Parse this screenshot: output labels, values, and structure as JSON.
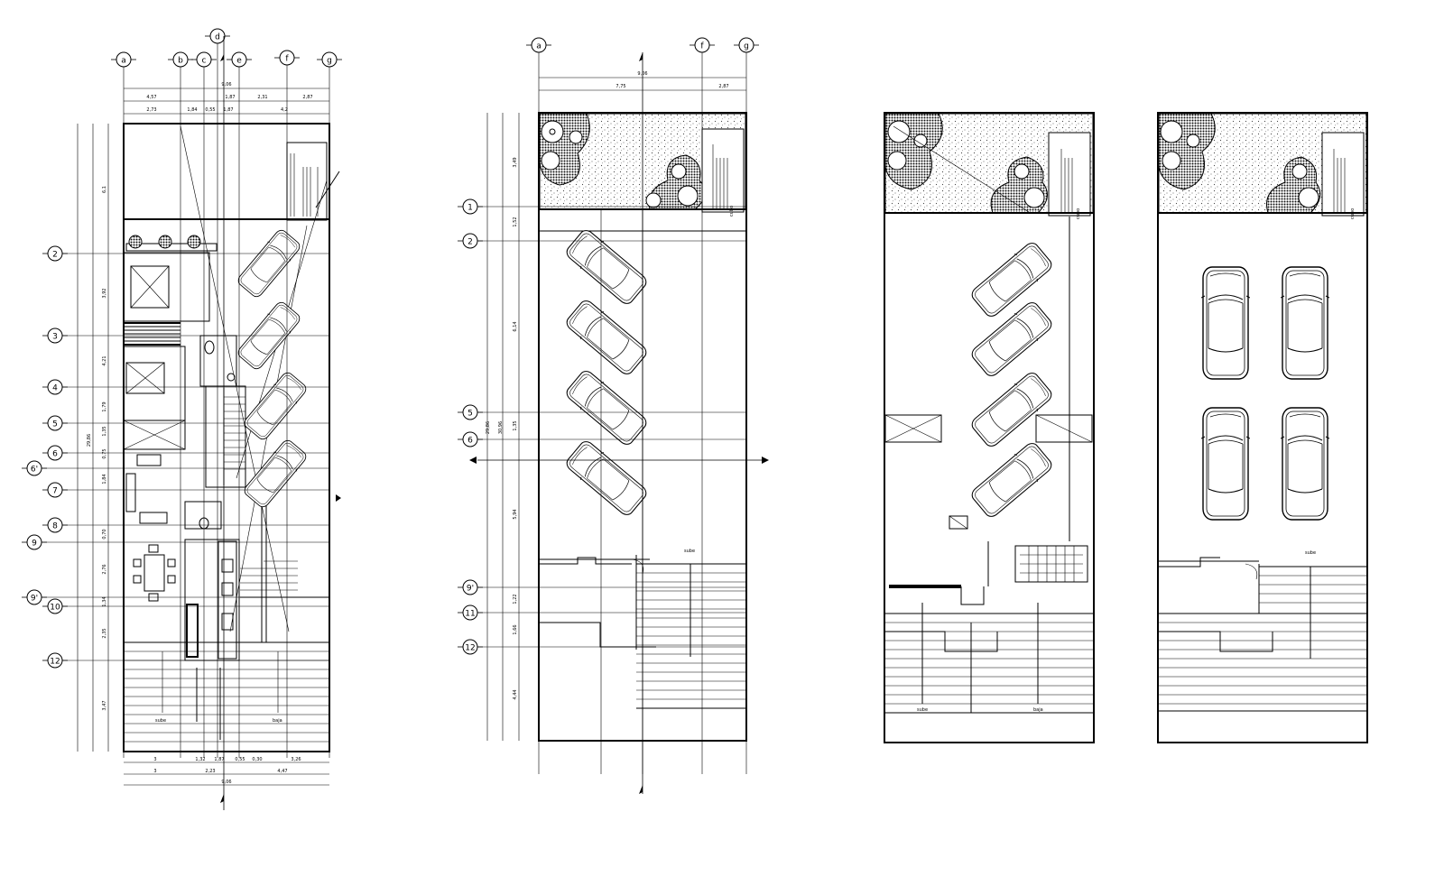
{
  "colors": {
    "ink": "#000000",
    "paper": "#ffffff",
    "hatch": "#555555"
  },
  "plan1": {
    "grid_cols": [
      "a",
      "b",
      "c",
      "d",
      "e",
      "f",
      "g"
    ],
    "grid_rows": [
      "2",
      "3",
      "4",
      "5",
      "6",
      "6'",
      "7",
      "8",
      "9",
      "9'",
      "10",
      "12"
    ],
    "top_dims_1": [
      "9,06"
    ],
    "top_dims_2": [
      "4,57",
      "1,87",
      "2,31",
      "2,87"
    ],
    "top_dims_3": [
      "2,73",
      "1,84",
      "0,55",
      "1,87",
      "4,2"
    ],
    "left_dims": [
      "6,1",
      "3,92",
      "4,21",
      "1,79",
      "1,35",
      "0,75",
      "1,84",
      "0,70",
      "2,76",
      "1,34",
      "2,35",
      "3,47"
    ],
    "left_total": "29,86",
    "bottom_dims_1": [
      "3",
      "1,32",
      "1,87",
      "0,55",
      "0,30",
      "3,26"
    ],
    "bottom_dims_2": [
      "3",
      "2,23",
      "4,47"
    ],
    "bottom_total": "9,06",
    "labels": {
      "sube": "sube",
      "baja": "baja"
    }
  },
  "plan2": {
    "grid_cols": [
      "a",
      "f",
      "g"
    ],
    "grid_rows": [
      "1",
      "2",
      "5",
      "6",
      "9'",
      "11",
      "12"
    ],
    "top_dims_1": [
      "9,06"
    ],
    "top_dims_2": [
      "7,75",
      "2,87"
    ],
    "left_dims": [
      "3,49",
      "1,52",
      "6,14",
      "1,35",
      "5,94",
      "1,22",
      "1,66",
      "4,44"
    ],
    "left_totals": [
      "29,86",
      "30,96"
    ],
    "labels": {
      "sube": "sube",
      "cubo": "cubo"
    }
  },
  "plan3": {
    "labels": {
      "sube": "sube",
      "baja": "baja",
      "cubo": "cubo"
    }
  },
  "plan4": {
    "labels": {
      "sube": "sube",
      "cubo": "cubo"
    }
  }
}
